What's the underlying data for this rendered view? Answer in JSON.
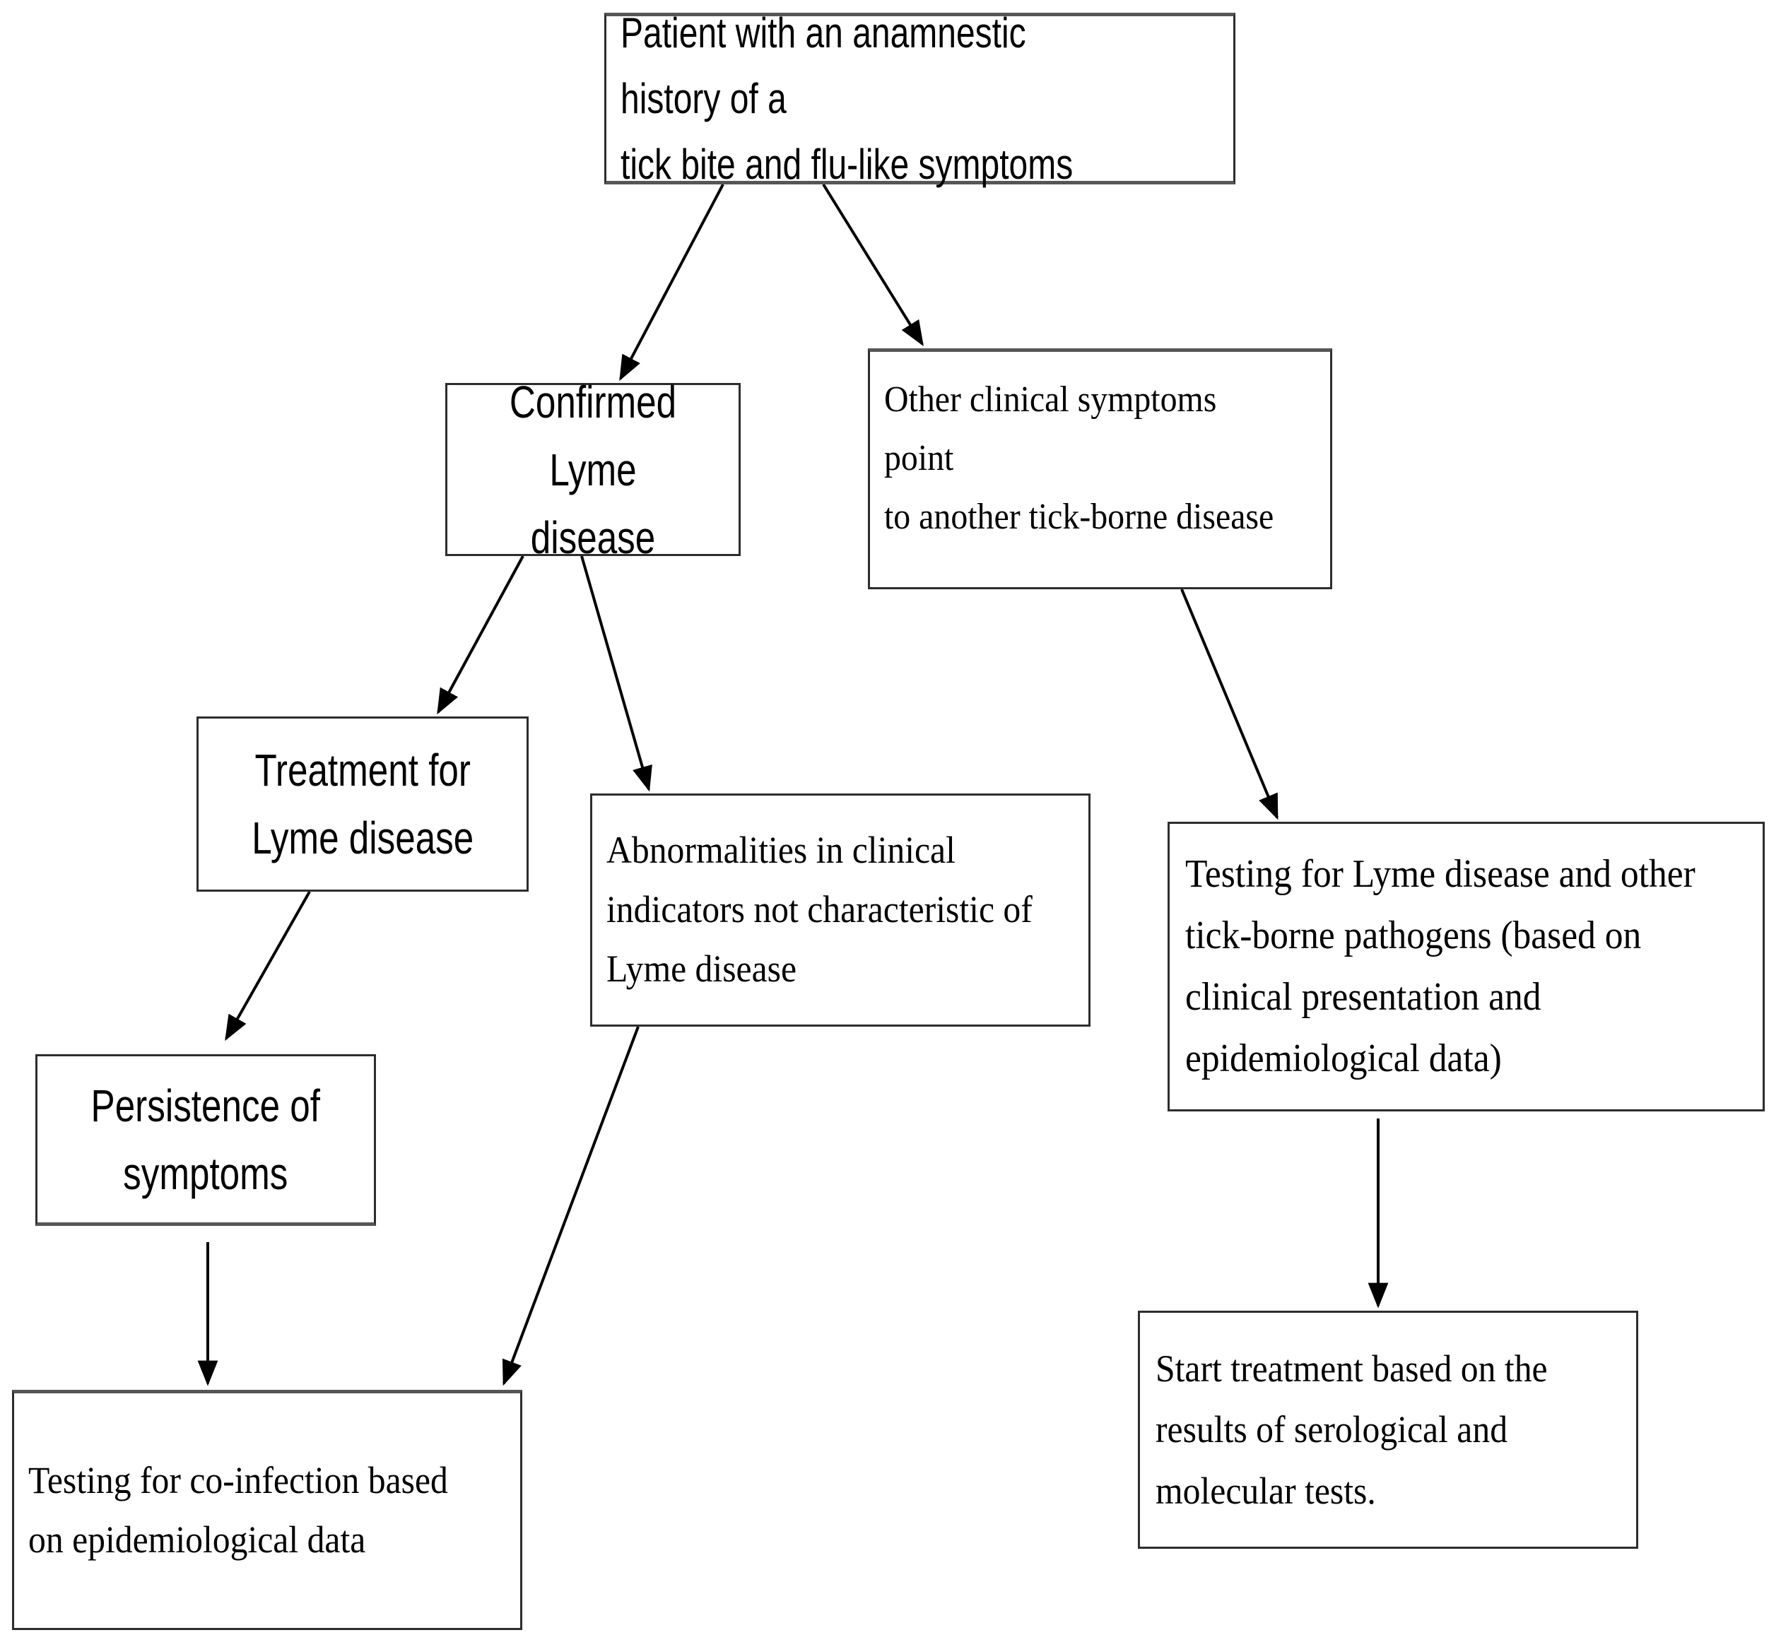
{
  "nodes": {
    "patient_history": {
      "text": "Patient with an anamnestic history of a\ntick bite and flu-like symptoms"
    },
    "confirmed_lyme": {
      "text": "Confirmed Lyme\ndisease"
    },
    "other_symptoms": {
      "text": "Other clinical symptoms point\nto another tick-borne disease"
    },
    "treatment_lyme": {
      "text": "Treatment for\nLyme disease"
    },
    "abnormalities": {
      "text": "Abnormalities in clinical\nindicators not characteristic of\nLyme disease"
    },
    "testing_pathogens": {
      "text": "Testing for Lyme disease and other\ntick-borne pathogens (based on\nclinical presentation and\nepidemiological data)"
    },
    "persistence": {
      "text": "Persistence of\nsymptoms"
    },
    "coinfection_testing": {
      "text": "Testing for co-infection based\non epidemiological data"
    },
    "start_treatment": {
      "text": "Start treatment based on the\nresults of serological and\nmolecular tests."
    }
  },
  "edges": [
    {
      "from": "patient_history",
      "to": "confirmed_lyme"
    },
    {
      "from": "patient_history",
      "to": "other_symptoms"
    },
    {
      "from": "confirmed_lyme",
      "to": "treatment_lyme"
    },
    {
      "from": "confirmed_lyme",
      "to": "abnormalities"
    },
    {
      "from": "other_symptoms",
      "to": "testing_pathogens"
    },
    {
      "from": "treatment_lyme",
      "to": "persistence"
    },
    {
      "from": "persistence",
      "to": "coinfection_testing"
    },
    {
      "from": "abnormalities",
      "to": "coinfection_testing"
    },
    {
      "from": "testing_pathogens",
      "to": "start_treatment"
    }
  ],
  "colors": {
    "background": "#ffffff",
    "box_border": "#2d2d2d",
    "arrow": "#000000",
    "text": "#000000"
  }
}
